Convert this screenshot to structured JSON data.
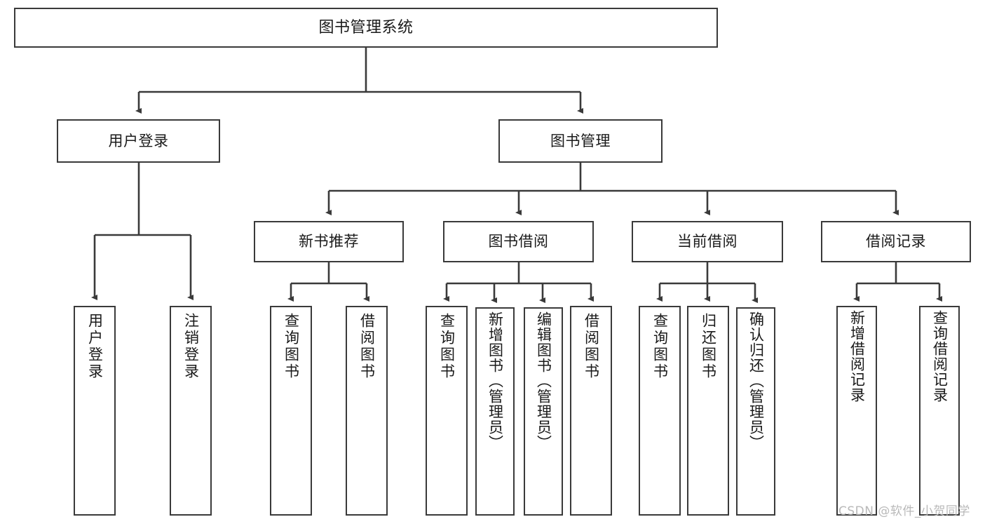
{
  "diagram": {
    "type": "tree",
    "title": "图书管理系统",
    "root": {
      "label": "图书管理系统"
    },
    "level2": [
      {
        "id": "user-login",
        "label": "用户登录"
      },
      {
        "id": "book-manage",
        "label": "图书管理"
      }
    ],
    "level3": [
      {
        "id": "new-book-recommend",
        "label": "新书推荐"
      },
      {
        "id": "book-borrow",
        "label": "图书借阅"
      },
      {
        "id": "current-borrow",
        "label": "当前借阅"
      },
      {
        "id": "borrow-record",
        "label": "借阅记录"
      }
    ],
    "leaves": {
      "user_login": [
        {
          "id": "leaf-user-login",
          "label": "用户登录"
        },
        {
          "id": "leaf-logout-login",
          "label": "注销登录"
        }
      ],
      "new_book_recommend": [
        {
          "id": "leaf-query-book-1",
          "label": "查询图书"
        },
        {
          "id": "leaf-borrow-book-1",
          "label": "借阅图书"
        }
      ],
      "book_borrow": [
        {
          "id": "leaf-query-book-2",
          "label": "查询图书"
        },
        {
          "id": "leaf-add-book-admin",
          "label": "新增图书（管理员）"
        },
        {
          "id": "leaf-edit-book-admin",
          "label": "编辑图书（管理员）"
        },
        {
          "id": "leaf-borrow-book-2",
          "label": "借阅图书"
        }
      ],
      "current_borrow": [
        {
          "id": "leaf-query-book-3",
          "label": "查询图书"
        },
        {
          "id": "leaf-return-book",
          "label": "归还图书"
        },
        {
          "id": "leaf-confirm-return-admin",
          "label": "确认归还（管理员）"
        }
      ],
      "borrow_record": [
        {
          "id": "leaf-add-borrow-record",
          "label": "新增借阅记录"
        },
        {
          "id": "leaf-query-borrow-record",
          "label": "查询借阅记录"
        }
      ]
    }
  },
  "watermark": {
    "text": "CSDN @软件_小贺同学"
  },
  "colors": {
    "border": "#3a3a3a",
    "background": "#ffffff",
    "text": "#1a1a1a",
    "watermark": "#b9b9b9"
  }
}
